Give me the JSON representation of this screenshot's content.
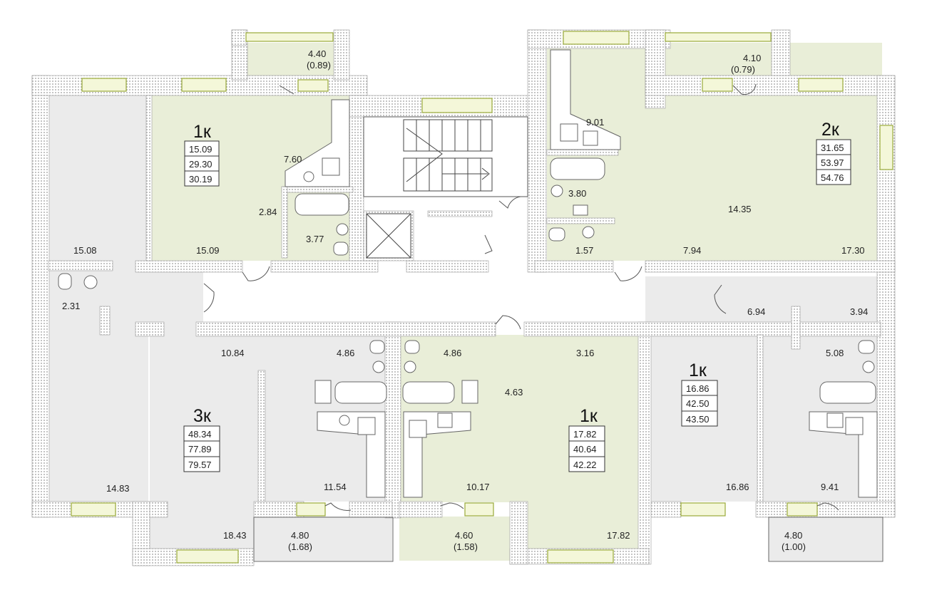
{
  "colors": {
    "apartment_green": "#e9eed8",
    "common_gray": "#ebebeb",
    "wall_dots": "#9a9a9a",
    "window_frame": "#9aab3a",
    "window_fill": "#f4f7d9"
  },
  "apartments": [
    {
      "id": "apt-1k-top-left",
      "type": "1к",
      "areas": [
        "15.09",
        "29.30",
        "30.19"
      ]
    },
    {
      "id": "apt-2k-top-right",
      "type": "2к",
      "areas": [
        "31.65",
        "53.97",
        "54.76"
      ]
    },
    {
      "id": "apt-3k-left",
      "type": "3к",
      "areas": [
        "48.34",
        "77.89",
        "79.57"
      ]
    },
    {
      "id": "apt-1k-center",
      "type": "1к",
      "areas": [
        "17.82",
        "40.64",
        "42.22"
      ]
    },
    {
      "id": "apt-1k-right",
      "type": "1к",
      "areas": [
        "16.86",
        "42.50",
        "43.50"
      ]
    }
  ],
  "rooms": {
    "r1": "4.40",
    "r1b": "(0.89)",
    "r2": "7.60",
    "r3": "2.84",
    "r4": "3.77",
    "r5": "15.09",
    "r6": "15.08",
    "r7": "2.31",
    "r8": "9.01",
    "r9": "3.80",
    "r10": "1.57",
    "r11": "14.35",
    "r12": "7.94",
    "r13": "17.30",
    "r14": "4.10",
    "r14b": "(0.79)",
    "r15": "10.84",
    "r16": "4.86",
    "r17": "4.86",
    "r18": "3.16",
    "r19": "4.63",
    "r20": "14.83",
    "r21": "18.43",
    "r22": "11.54",
    "r23": "10.17",
    "r24": "17.82",
    "r25": "4.80",
    "r25b": "(1.68)",
    "r26": "4.60",
    "r26b": "(1.58)",
    "r27": "6.94",
    "r28": "3.94",
    "r29": "5.08",
    "r30": "16.86",
    "r31": "9.41",
    "r32": "4.80",
    "r32b": "(1.00)"
  }
}
